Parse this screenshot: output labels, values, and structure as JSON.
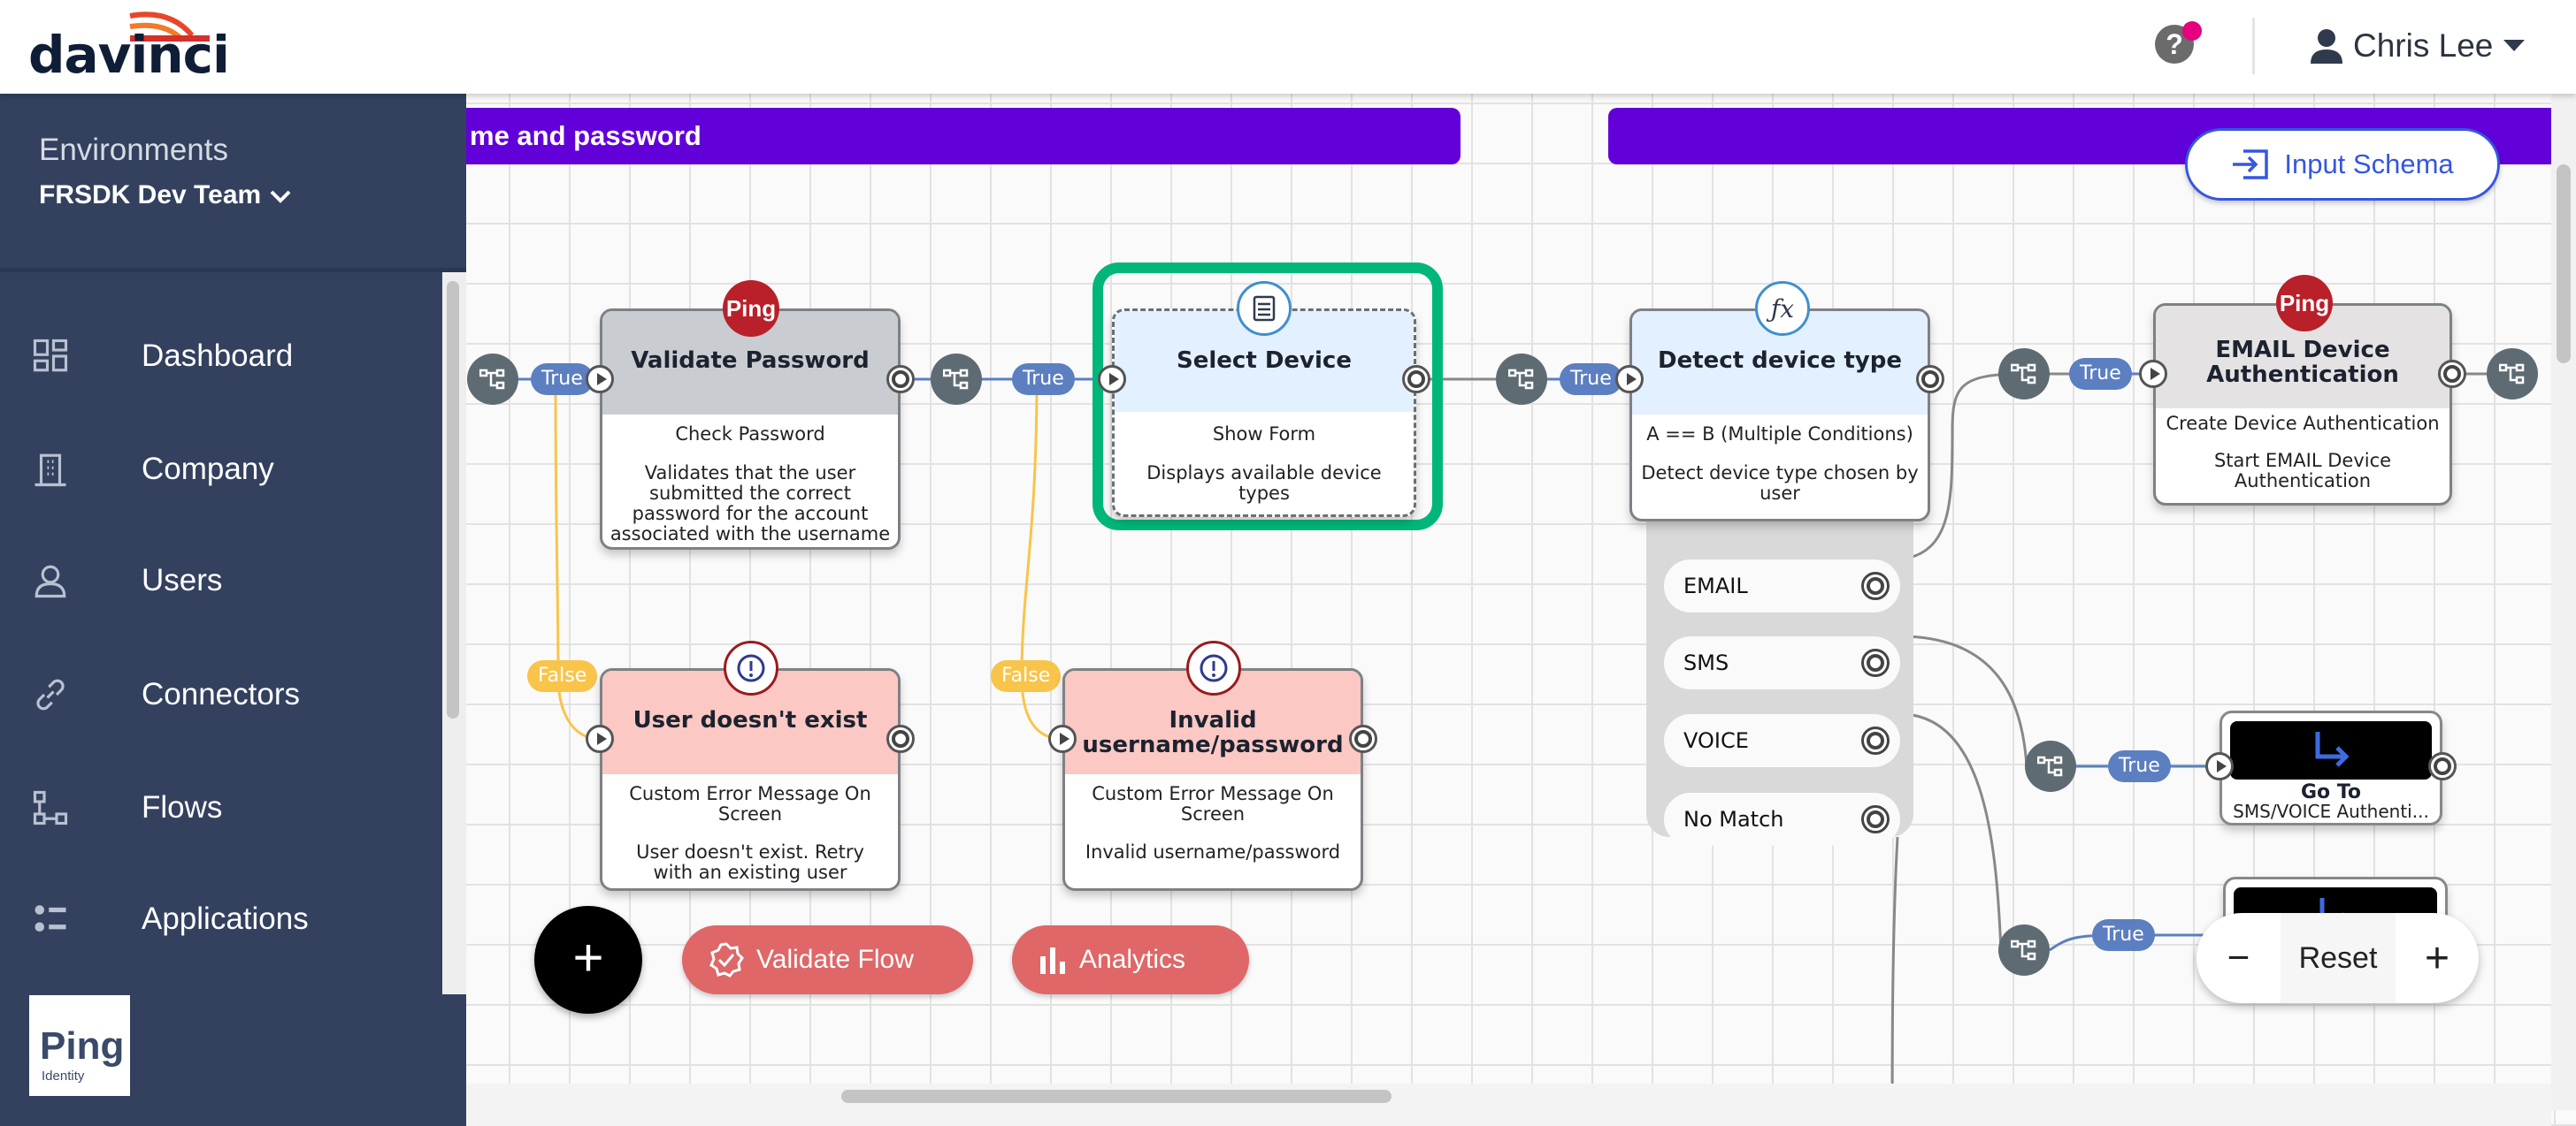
{
  "header": {
    "logo_text": "davinci",
    "help_icon": "question-icon",
    "user_name": "Chris Lee"
  },
  "sidebar": {
    "environments_label": "Environments",
    "environment_name": "FRSDK Dev Team",
    "items": [
      {
        "label": "Dashboard",
        "icon": "dashboard-icon"
      },
      {
        "label": "Company",
        "icon": "building-icon"
      },
      {
        "label": "Users",
        "icon": "user-icon"
      },
      {
        "label": "Connectors",
        "icon": "link-icon"
      },
      {
        "label": "Flows",
        "icon": "flow-icon"
      },
      {
        "label": "Applications",
        "icon": "applications-icon"
      }
    ],
    "footer_logo": "Ping Identity"
  },
  "canvas": {
    "banner_left": "me and password",
    "input_schema": "Input Schema",
    "true_label": "True",
    "false_label": "False",
    "nodes": {
      "validate_password": {
        "badge": "Ping",
        "title": "Validate Password",
        "action": "Check Password",
        "description": "Validates that the user submitted the correct password for the account associated with the username"
      },
      "select_device": {
        "title": "Select Device",
        "action": "Show Form",
        "description": "Displays available device types"
      },
      "detect_device": {
        "title": "Detect device type",
        "action": "A == B (Multiple Conditions)",
        "description": "Detect device type chosen by user",
        "options": [
          "EMAIL",
          "SMS",
          "VOICE",
          "No Match"
        ]
      },
      "email_auth": {
        "badge": "Ping",
        "title": "EMAIL Device Authentication",
        "action": "Create Device Authentication",
        "description": "Start EMAIL Device Authentication"
      },
      "user_not_exist": {
        "title": "User doesn't exist",
        "action": "Custom Error Message On Screen",
        "description": "User doesn't exist. Retry with an existing user"
      },
      "invalid_credentials": {
        "title": "Invalid username/password",
        "action": "Custom Error Message On Screen",
        "description": "Invalid username/password"
      },
      "goto_sms": {
        "title": "Go To",
        "subtitle": "SMS/VOICE Authenti..."
      }
    },
    "buttons": {
      "validate_flow": "Validate Flow",
      "analytics": "Analytics",
      "add": "+"
    },
    "zoom": {
      "minus": "−",
      "reset": "Reset",
      "plus": "+"
    }
  },
  "colors": {
    "banner": "#6200d9",
    "selected_outline": "#00b67a",
    "true_pill": "#5b7fc0",
    "false_pill": "#f8c44a",
    "sidebar": "#33415f",
    "action_button": "#df6767",
    "error_header": "#fbc8c3"
  }
}
